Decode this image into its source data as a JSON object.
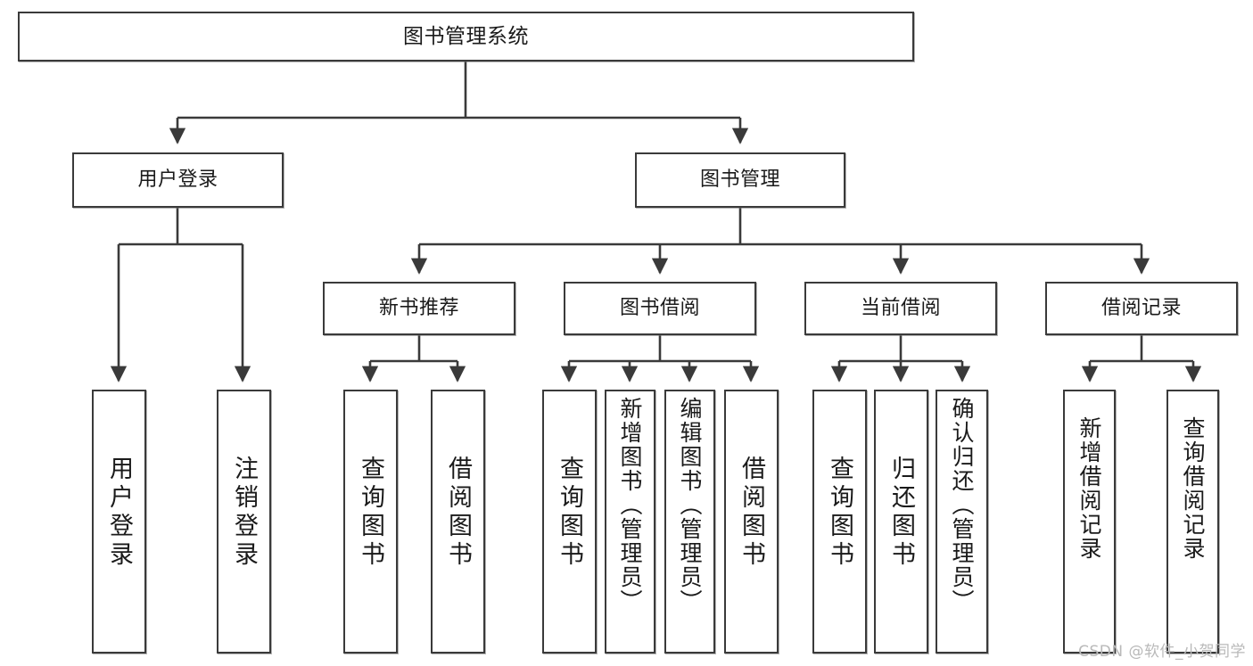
{
  "diagram": {
    "title": "图书管理系统",
    "type": "hierarchy-tree",
    "watermark": "CSDN @软件_小贺同学",
    "colors": {
      "stroke": "#3a3a3a",
      "fill": "#ffffff",
      "text": "#1a1a1a",
      "watermark": "#b9b9b9"
    },
    "levels": {
      "level1": [
        "图书管理系统"
      ],
      "level2": [
        "用户登录",
        "图书管理"
      ],
      "level3": [
        "新书推荐",
        "图书借阅",
        "当前借阅",
        "借阅记录"
      ],
      "level4": [
        "用户登录",
        "注销登录",
        "查询图书",
        "借阅图书",
        "查询图书",
        "新增图书（管理员）",
        "编辑图书（管理员）",
        "借阅图书",
        "查询图书",
        "归还图书",
        "确认归还（管理员）",
        "新增借阅记录",
        "查询借阅记录"
      ]
    },
    "nodes": {
      "root": {
        "label": "图书管理系统"
      },
      "user_login": {
        "label": "用户登录"
      },
      "book_manage": {
        "label": "图书管理"
      },
      "new_book_rec": {
        "label": "新书推荐"
      },
      "book_borrow": {
        "label": "图书借阅"
      },
      "current_borrow": {
        "label": "当前借阅"
      },
      "borrow_record": {
        "label": "借阅记录"
      },
      "leaf_user_login": {
        "label": "用户登录"
      },
      "leaf_logout": {
        "label": "注销登录"
      },
      "leaf_query_book_1": {
        "label": "查询图书"
      },
      "leaf_borrow_book_1": {
        "label": "借阅图书"
      },
      "leaf_query_book_2": {
        "label": "查询图书"
      },
      "leaf_add_book": {
        "label": "新增图书（管理员）"
      },
      "leaf_edit_book": {
        "label": "编辑图书（管理员）"
      },
      "leaf_borrow_book_2": {
        "label": "借阅图书"
      },
      "leaf_query_book_3": {
        "label": "查询图书"
      },
      "leaf_return_book": {
        "label": "归还图书"
      },
      "leaf_confirm_return": {
        "label": "确认归还（管理员）"
      },
      "leaf_add_record": {
        "label": "新增借阅记录"
      },
      "leaf_query_record": {
        "label": "查询借阅记录"
      }
    }
  }
}
